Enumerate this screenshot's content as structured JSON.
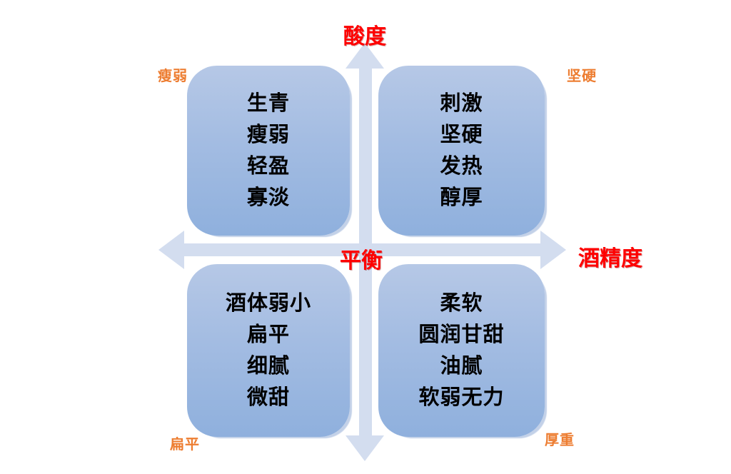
{
  "diagram": {
    "vertical_axis_title": "酸度",
    "horizontal_axis_title": "酒精度",
    "center_label": "平衡",
    "corner_labels": {
      "top_left": "瘦弱",
      "top_right": "坚硬",
      "bottom_left": "扁平",
      "bottom_right": "厚重"
    },
    "quadrants": {
      "top_left": [
        "生青",
        "瘦弱",
        "轻盈",
        "寡淡"
      ],
      "top_right": [
        "刺激",
        "坚硬",
        "发热",
        "醇厚"
      ],
      "bottom_left": [
        "酒体弱小",
        "扁平",
        "细腻",
        "微甜"
      ],
      "bottom_right": [
        "柔软",
        "圆润甘甜",
        "油腻",
        "软弱无力"
      ]
    },
    "colors": {
      "axis_title_red": "#fe0000",
      "corner_label_orange": "#ed7d31",
      "box_gradient_top": "#b6c8e6",
      "box_gradient_bottom": "#8fb0dd",
      "axis_arrow_blue": "#d3ddef"
    }
  }
}
